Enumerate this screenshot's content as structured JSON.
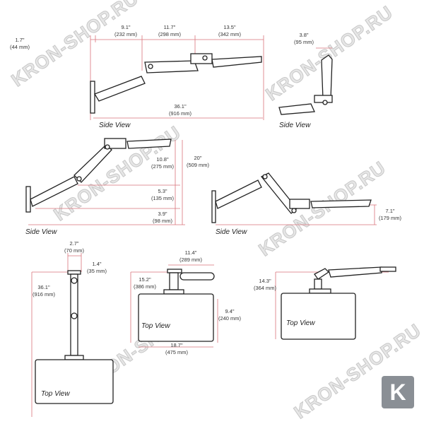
{
  "watermark": "KRON-SHOP.RU",
  "logo_letter": "K",
  "colors": {
    "dimension": "#d9737a",
    "arm": "#222222"
  },
  "panels": {
    "side1": {
      "view_label": "Side View",
      "dims": [
        {
          "in": "1.7\"",
          "mm": "(44 mm)"
        },
        {
          "in": "9.1\"",
          "mm": "(232 mm)"
        },
        {
          "in": "11.7\"",
          "mm": "(298 mm)"
        },
        {
          "in": "13.5\"",
          "mm": "(342 mm)"
        },
        {
          "in": "36.1\"",
          "mm": "(916 mm)"
        }
      ]
    },
    "side2": {
      "view_label": "Side View",
      "dims": [
        {
          "in": "3.8\"",
          "mm": "(95 mm)"
        }
      ]
    },
    "side3": {
      "view_label": "Side View",
      "dims": [
        {
          "in": "10.8\"",
          "mm": "(275 mm)"
        },
        {
          "in": "5.3\"",
          "mm": "(135 mm)"
        },
        {
          "in": "3.9\"",
          "mm": "(98 mm)"
        },
        {
          "in": "20\"",
          "mm": "(509 mm)"
        }
      ]
    },
    "side4": {
      "view_label": "Side View",
      "dims": [
        {
          "in": "7.1\"",
          "mm": "(179 mm)"
        }
      ]
    },
    "top1": {
      "view_label": "Top View",
      "dims": [
        {
          "in": "2.7\"",
          "mm": "(70 mm)"
        },
        {
          "in": "1.4\"",
          "mm": "(35 mm)"
        },
        {
          "in": "36.1\"",
          "mm": "(916 mm)"
        }
      ]
    },
    "top2": {
      "view_label": "Top View",
      "dims": [
        {
          "in": "11.4\"",
          "mm": "(289 mm)"
        },
        {
          "in": "15.2\"",
          "mm": "(386 mm)"
        },
        {
          "in": "9.4\"",
          "mm": "(240 mm)"
        },
        {
          "in": "18.7\"",
          "mm": "(475 mm)"
        }
      ]
    },
    "top3": {
      "view_label": "Top View",
      "dims": [
        {
          "in": "14.3\"",
          "mm": "(364 mm)"
        }
      ]
    }
  }
}
